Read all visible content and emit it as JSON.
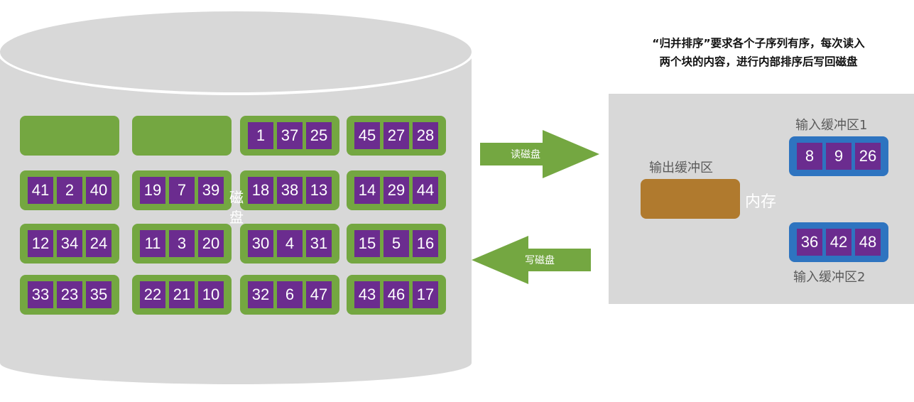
{
  "disk": {
    "label": "磁盘",
    "blocks": [
      [
        [],
        [],
        [
          "1",
          "37",
          "25"
        ],
        [
          "45",
          "27",
          "28"
        ]
      ],
      [
        [
          "41",
          "2",
          "40"
        ],
        [
          "19",
          "7",
          "39"
        ],
        [
          "18",
          "38",
          "13"
        ],
        [
          "14",
          "29",
          "44"
        ]
      ],
      [
        [
          "12",
          "34",
          "24"
        ],
        [
          "11",
          "3",
          "20"
        ],
        [
          "30",
          "4",
          "31"
        ],
        [
          "15",
          "5",
          "16"
        ]
      ],
      [
        [
          "33",
          "23",
          "35"
        ],
        [
          "22",
          "21",
          "10"
        ],
        [
          "32",
          "6",
          "47"
        ],
        [
          "43",
          "46",
          "17"
        ]
      ]
    ]
  },
  "arrows": {
    "read": "读磁盘",
    "write": "写磁盘"
  },
  "caption": {
    "line1": "“归并排序”要求各个子序列有序，每次读入",
    "line2": "两个块的内容，进行内部排序后写回磁盘"
  },
  "memory": {
    "label": "内存",
    "output_buffer_label": "输出缓冲区",
    "input_buffer1_label": "输入缓冲区1",
    "input_buffer2_label": "输入缓冲区2",
    "input_buffer1": [
      "8",
      "9",
      "26"
    ],
    "input_buffer2": [
      "36",
      "42",
      "48"
    ]
  },
  "colors": {
    "disk": "#d8d8d8",
    "block": "#74a741",
    "cell": "#6b2c8f",
    "input_buffer": "#2e74c0",
    "output_buffer": "#b07a2e"
  }
}
